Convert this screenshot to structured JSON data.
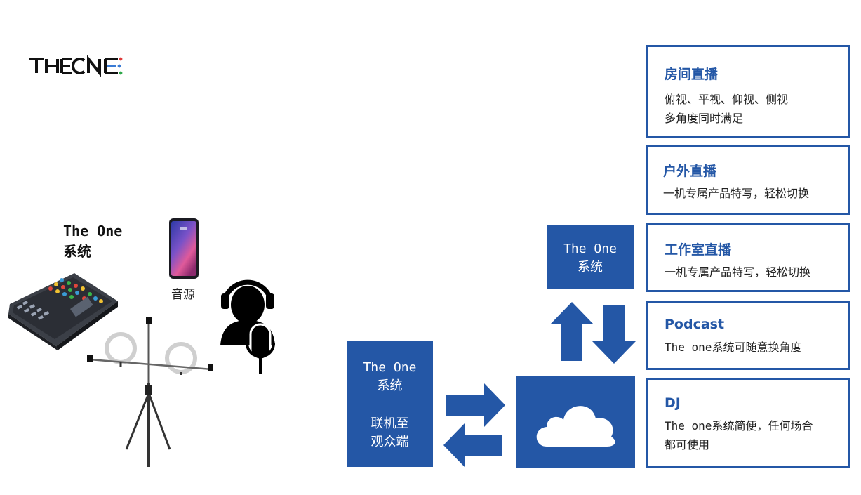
{
  "logo": {
    "text": "THEONE",
    "icon": "the-one-logo"
  },
  "left": {
    "system_label_line1": "The One",
    "system_label_line2": "系统",
    "source_label": "音源",
    "icons": [
      "audio-mixer-icon",
      "smartphone-icon",
      "ring-light-tripod-icon",
      "headset-microphone-person-icon"
    ]
  },
  "flow": {
    "audience_box": {
      "line1": "The One",
      "line2": "系统",
      "line3": "联机至",
      "line4": "观众端"
    },
    "system_box": {
      "line1": "The One",
      "line2": "系统"
    },
    "cloud_box": {
      "icon": "cloud-icon"
    },
    "arrows": [
      "arrow-right-icon",
      "arrow-left-icon",
      "arrow-up-icon",
      "arrow-down-icon"
    ]
  },
  "cards": [
    {
      "title": "房间直播",
      "desc": "俯视、平视、仰视、侧视\n多角度同时满足"
    },
    {
      "title": "户外直播",
      "desc": "一机专属产品特写，轻松切换"
    },
    {
      "title": "工作室直播",
      "desc": "一机专属产品特写，轻松切换"
    },
    {
      "title": "Podcast",
      "desc_prefix": "The one",
      "desc_suffix": "系统可随意换角度"
    },
    {
      "title": "DJ",
      "desc_prefix": "The one",
      "desc_suffix": "系统简便，任何场合",
      "desc_line2": "都可使用"
    }
  ],
  "colors": {
    "brand_blue": "#2457a6",
    "text_dark": "#222222",
    "white": "#ffffff"
  }
}
